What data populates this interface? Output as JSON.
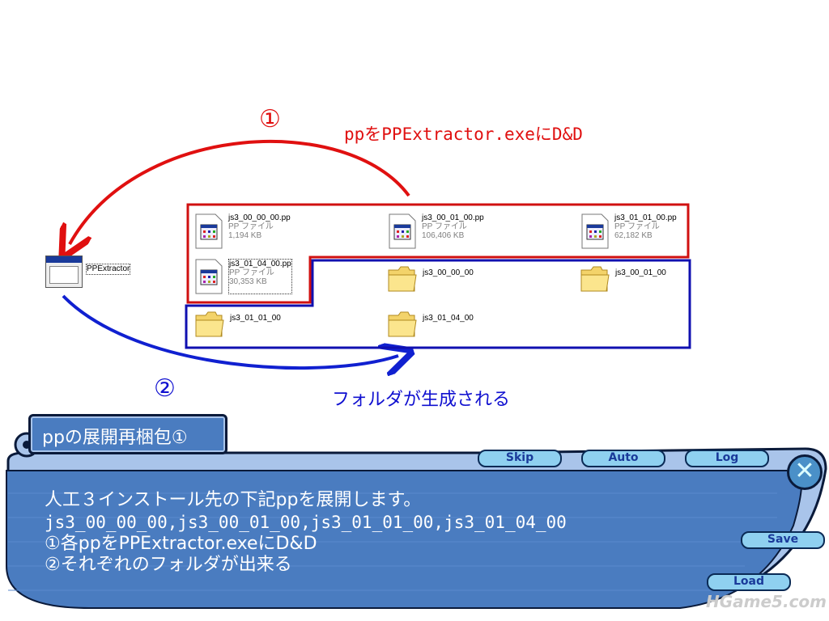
{
  "annotations": {
    "step1_mark": "①",
    "step1_text": "ppをPPExtractor.exeにD&D",
    "step2_mark": "②",
    "step2_text": "フォルダが生成される"
  },
  "app": {
    "label": "PPExtractor"
  },
  "files": [
    {
      "name": "js3_00_00_00.pp",
      "type": "PP ファイル",
      "size": "1,194 KB"
    },
    {
      "name": "js3_00_01_00.pp",
      "type": "PP ファイル",
      "size": "106,406 KB"
    },
    {
      "name": "js3_01_01_00.pp",
      "type": "PP ファイル",
      "size": "62,182 KB"
    },
    {
      "name": "js3_01_04_00.pp",
      "type": "PP ファイル",
      "size": "30,353 KB"
    }
  ],
  "folders": [
    {
      "name": "js3_00_00_00"
    },
    {
      "name": "js3_00_01_00"
    },
    {
      "name": "js3_01_01_00"
    },
    {
      "name": "js3_01_04_00"
    }
  ],
  "dialog": {
    "speaker": "ppの展開再梱包①",
    "lines": [
      "人工３インストール先の下記ppを展開します。",
      "js3_00_00_00,js3_00_01_00,js3_01_01_00,js3_01_04_00",
      "①各ppをPPExtractor.exeにD&D",
      "②それぞれのフォルダが出来る"
    ],
    "buttons": {
      "skip": "Skip",
      "auto": "Auto",
      "log": "Log",
      "save": "Save",
      "load": "Load"
    }
  },
  "watermark": "HGame5.com"
}
